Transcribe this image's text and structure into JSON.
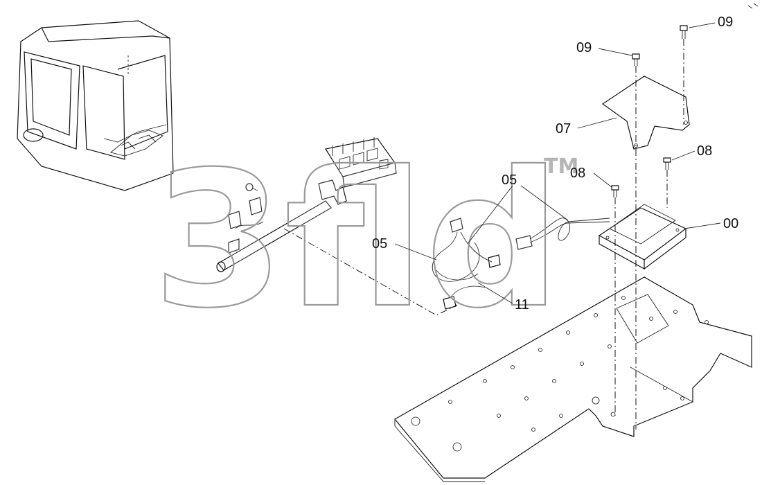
{
  "watermark": {
    "text": "3fld",
    "trademark": "TM"
  },
  "callouts": [
    {
      "id": "09a",
      "label": "09"
    },
    {
      "id": "09b",
      "label": "09"
    },
    {
      "id": "07",
      "label": "07"
    },
    {
      "id": "08a",
      "label": "08"
    },
    {
      "id": "08b",
      "label": "08"
    },
    {
      "id": "05a",
      "label": "05"
    },
    {
      "id": "05b",
      "label": "05"
    },
    {
      "id": "00",
      "label": "00"
    },
    {
      "id": "11",
      "label": "11"
    }
  ]
}
